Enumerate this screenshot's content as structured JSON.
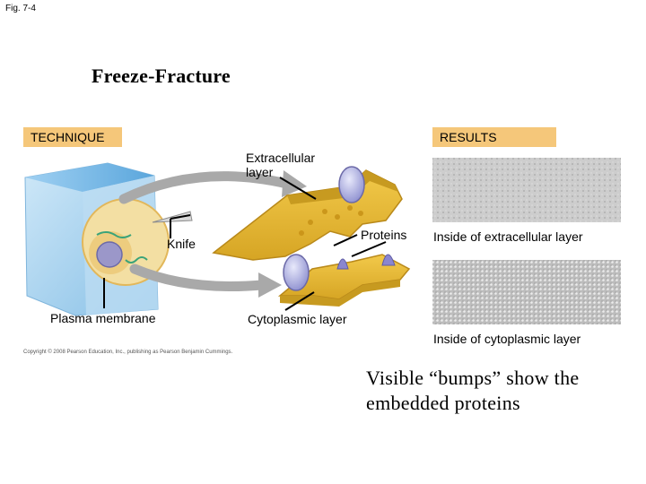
{
  "figure_label": "Fig. 7-4",
  "title": "Freeze-Fracture",
  "technique_banner": "TECHNIQUE",
  "results_banner": "RESULTS",
  "labels": {
    "extracellular_line1": "Extracellular",
    "extracellular_line2": "layer",
    "knife": "Knife",
    "plasma_membrane": "Plasma membrane",
    "proteins": "Proteins",
    "cytoplasmic_layer": "Cytoplasmic layer",
    "inside_extracellular": "Inside of extracellular layer",
    "inside_cytoplasmic": "Inside of cytoplasmic layer"
  },
  "copyright": "Copyright © 2008 Pearson Education, Inc., publishing as Pearson Benjamin Cummings.",
  "caption_line1": "Visible “bumps” show the",
  "caption_line2": "embedded proteins",
  "colors": {
    "banner": "#f5c77a",
    "membrane": "#e8b830",
    "membrane_dark": "#b9891a",
    "ice_block": "#a9d3ee",
    "cell": "#f3dfa3",
    "protein": "#9a9cd6",
    "arrow": "#a9a9a9"
  }
}
